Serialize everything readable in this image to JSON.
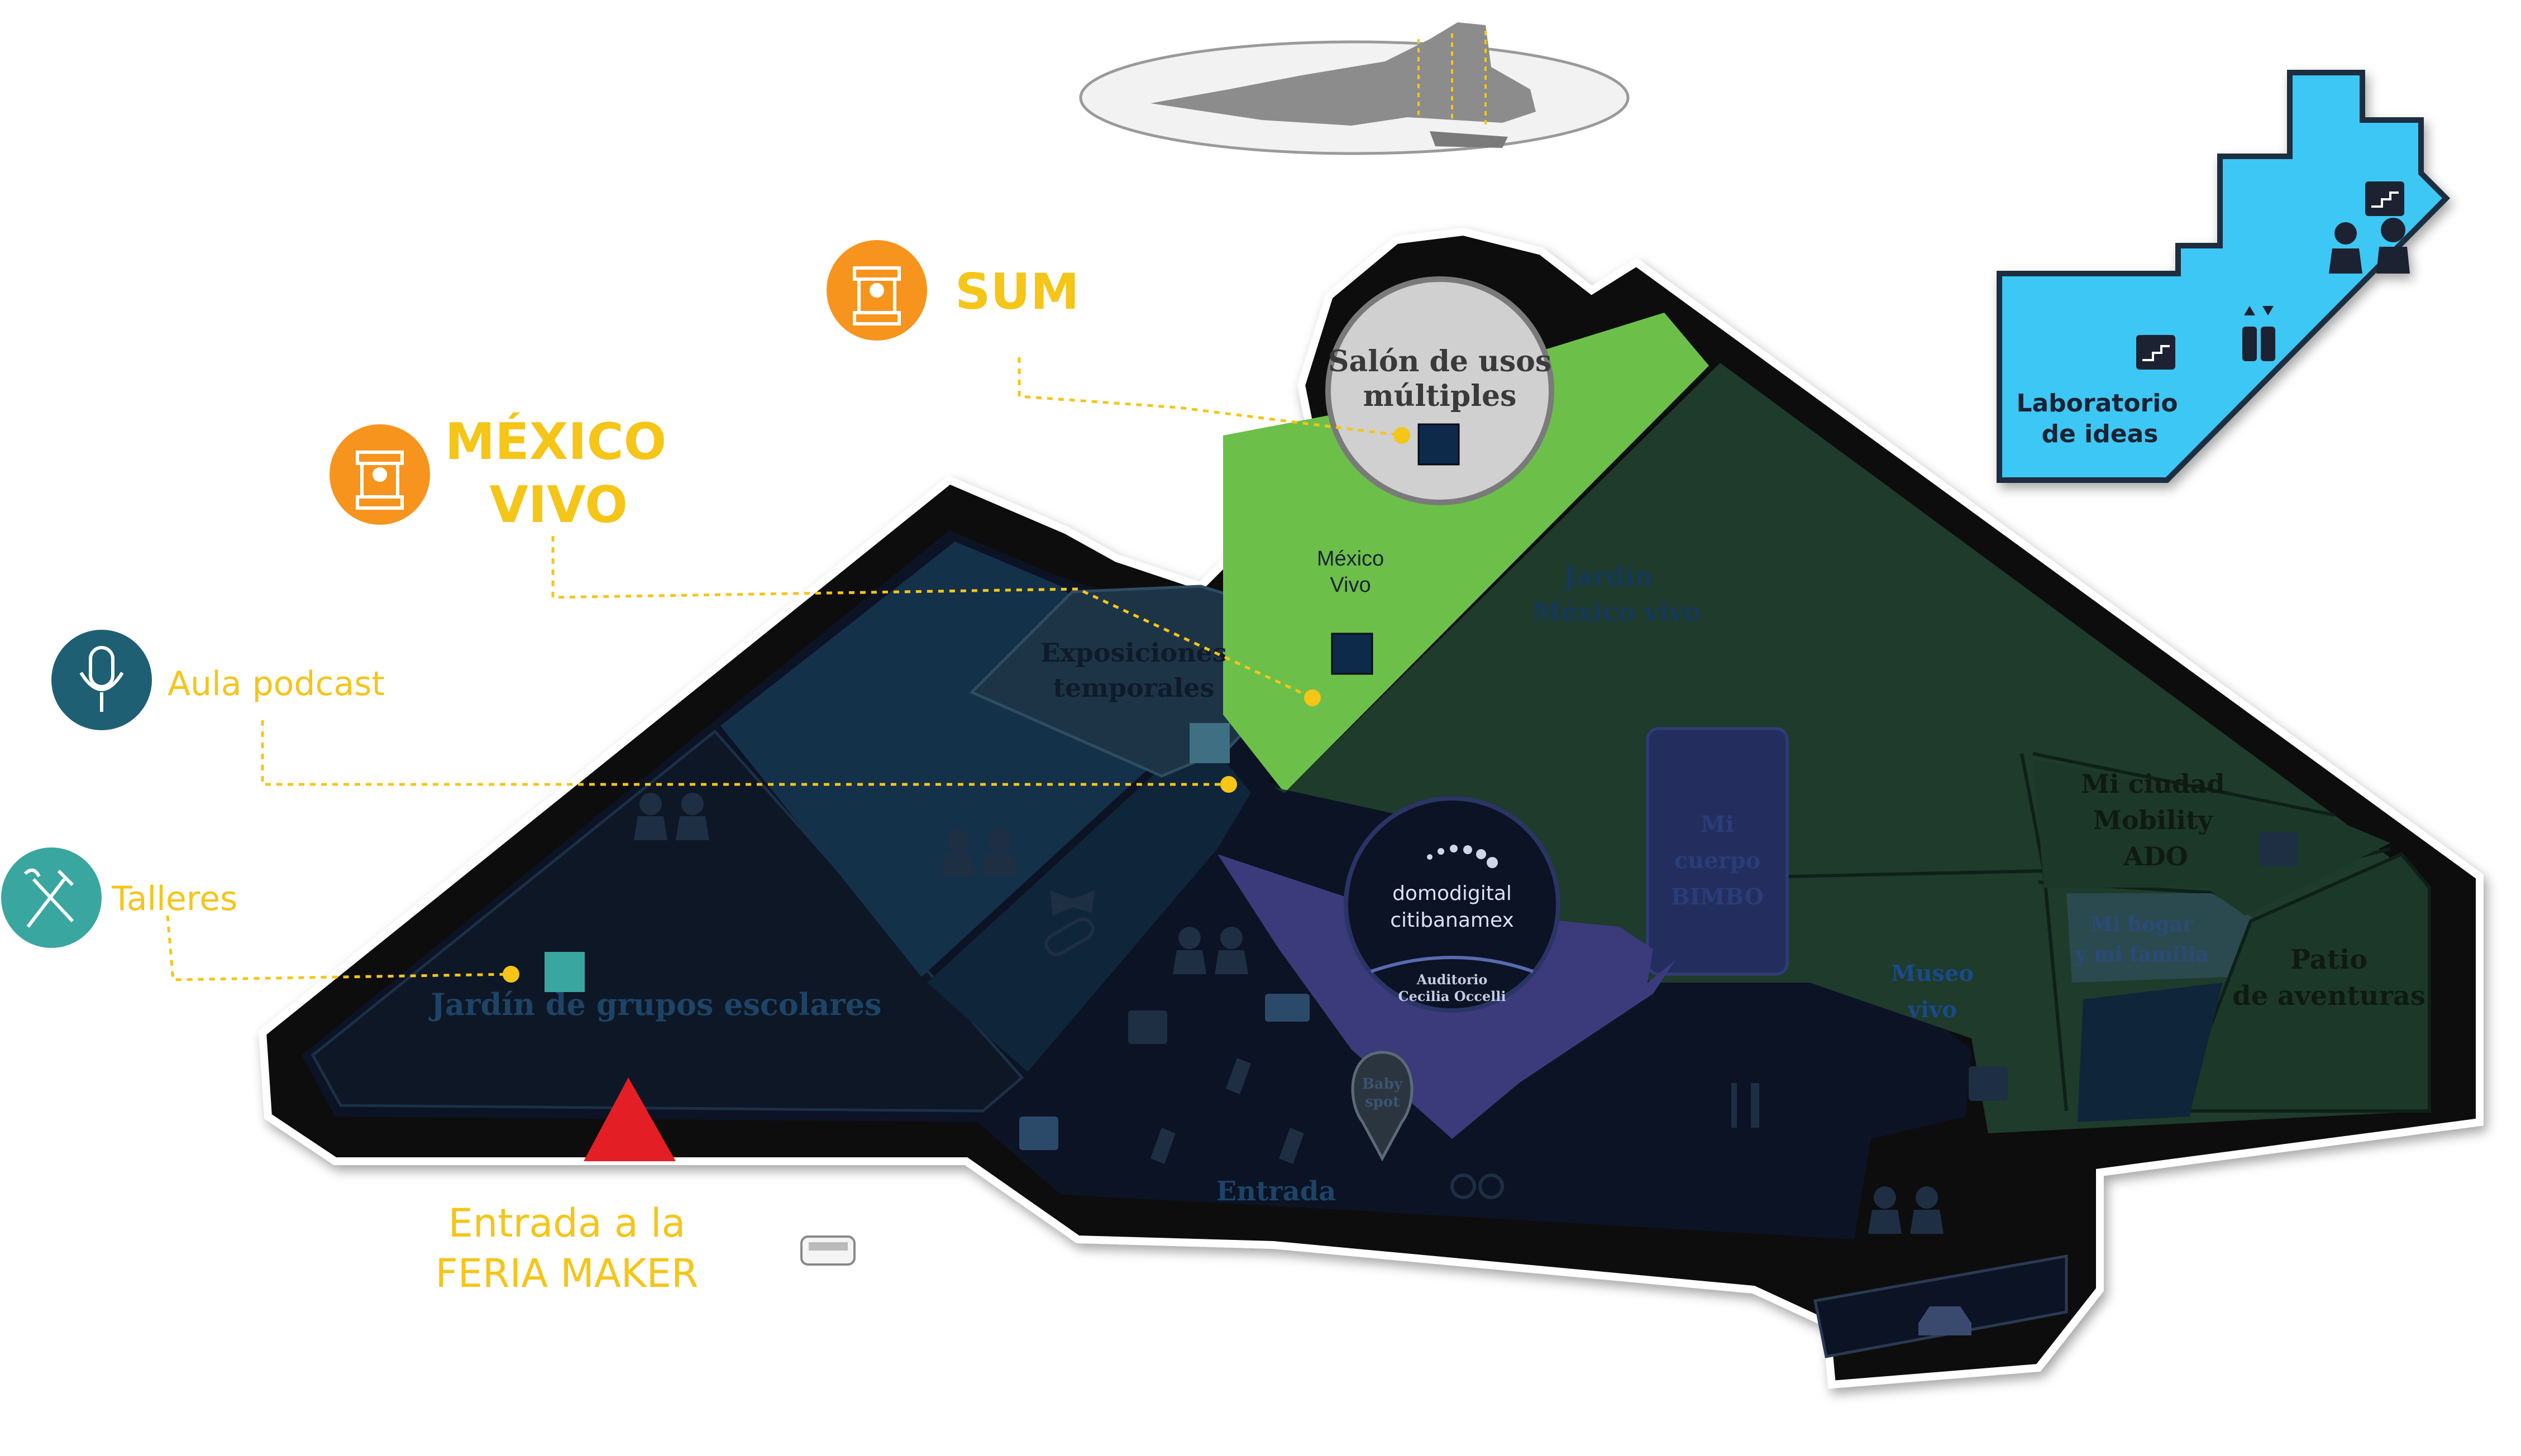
{
  "map": {
    "callouts": {
      "sum": {
        "label": "SUM",
        "icon": "kiosk-icon",
        "color": "#f7941d"
      },
      "mexico_vivo": {
        "line1": "MÉXICO",
        "line2": "VIVO",
        "icon": "kiosk-icon",
        "color": "#f7941d"
      },
      "aula_podcast": {
        "label": "Aula podcast",
        "icon": "microphone-icon",
        "color": "#1e5f74"
      },
      "talleres": {
        "label": "Talleres",
        "icon": "tools-icon",
        "color": "#3aa6a0"
      }
    },
    "entrance": {
      "line1": "Entrada a la",
      "line2": "FERIA MAKER",
      "icon": "entrance-triangle-icon",
      "color": "#e31e24"
    },
    "zones": {
      "salon": {
        "line1": "Salón de usos",
        "line2": "múltiples"
      },
      "mexico_vivo_small": {
        "line1": "México",
        "line2": "Vivo"
      },
      "jardin_mexico_vivo": {
        "line1": "Jardín",
        "line2": "México vivo"
      },
      "exposiciones": {
        "line1": "Exposiciones",
        "line2": "temporales"
      },
      "jardin_escolares": {
        "label": "Jardín de grupos escolares"
      },
      "domo": {
        "line1": "domodigital",
        "line2": "citibanamex",
        "sub1": "Auditorio",
        "sub2": "Cecilia Occelli"
      },
      "mi_ciudad": {
        "line1": "Mi ciudad",
        "line2": "Mobility",
        "line3": "ADO"
      },
      "mi_hogar": {
        "line1": "Mi hogar",
        "line2": "y mi familia"
      },
      "patio": {
        "line1": "Patio",
        "line2": "de aventuras"
      },
      "mi_cuerpo": {
        "line1": "Mi",
        "line2": "cuerpo",
        "line3": "BIMBO"
      },
      "museo_vivo": {
        "line1": "Museo",
        "line2": "vivo"
      },
      "entrada_inner": {
        "label": "Entrada"
      },
      "baby_spot": {
        "line1": "Baby",
        "line2": "spot"
      },
      "laboratorio": {
        "line1": "Laboratorio",
        "line2": "de ideas"
      }
    },
    "colors": {
      "outline": "#0a0a0a",
      "dark_navy": "#0b1324",
      "navy_mid": "#14314a",
      "bright_green": "#6cc04a",
      "dark_green": "#1e3b2c",
      "purple": "#3b3a7a",
      "cyan_floor": "#3ec7f4",
      "orange": "#f7941d",
      "yellow": "#f5c518"
    }
  }
}
